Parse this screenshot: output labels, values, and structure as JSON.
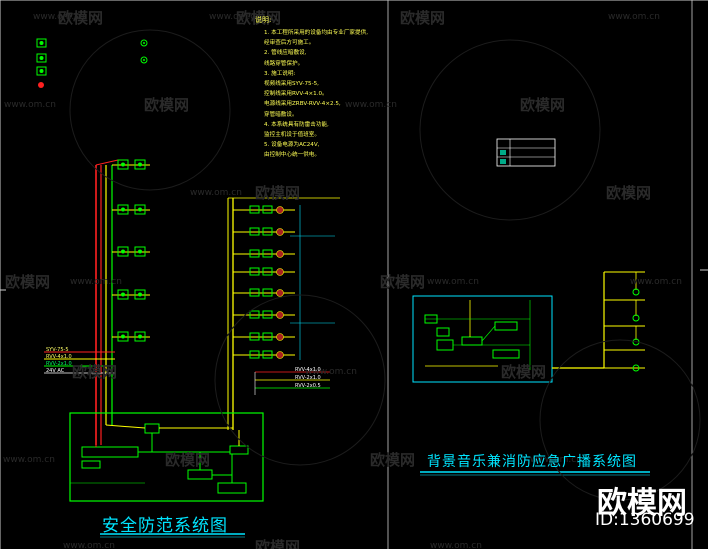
{
  "titles": {
    "left": "安全防范系统图",
    "right": "背景音乐兼消防应急广播系统图"
  },
  "brand": {
    "name": "欧模网",
    "id": "ID:1360699"
  },
  "watermark": {
    "text": "欧模网",
    "url": "www.om.cn"
  },
  "notes": {
    "head": "说明:",
    "lines": [
      "1. 本工程所采用的设备均由专业厂家提供,",
      "   经审查后方可施工。",
      "2. 管线应暗敷设,",
      "   线路穿管保护。",
      "3. 施工说明:",
      "   视频线采用SYV-75-5,",
      "   控制线采用RVV-4×1.0。",
      "   电源线采用ZRBV-RVV-4×2.5,",
      "   穿管暗敷设。",
      "4. 本系统具有防雷击功能,",
      "   监控主机设于值班室。",
      "5. 设备电源为AC24V,",
      "   由控制中心统一供电。"
    ]
  },
  "cables": {
    "c1": "SYV-75-5",
    "c2": "RVV-4x1.0",
    "c3": "RVV-2x1.0",
    "power": "24V AC",
    "r1": "RVV-4x1.0",
    "r2": "RVV-2x1.0",
    "r3": "RVV-2x0.5"
  },
  "colors": {
    "yellow": "#ffff00",
    "green": "#00ff00",
    "red": "#ff2020",
    "cyan": "#00e5ff",
    "white": "#ffffff"
  }
}
